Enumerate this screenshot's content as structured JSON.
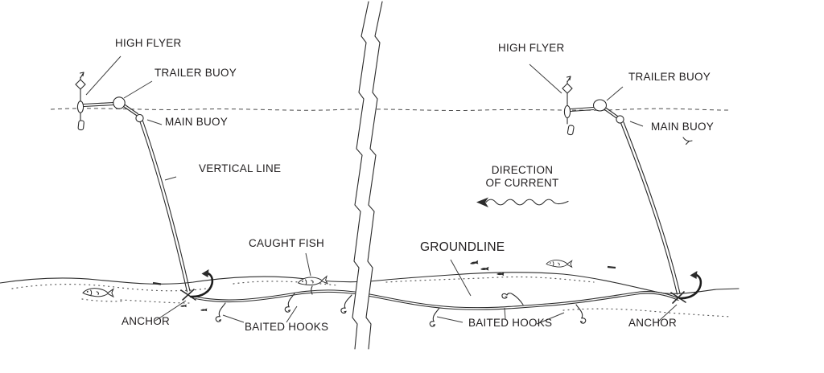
{
  "diagram": {
    "labels": {
      "high_flyer_left": "HIGH FLYER",
      "trailer_buoy_left": "TRAILER BUOY",
      "main_buoy_left": "MAIN BUOY",
      "vertical_line": "VERTICAL LINE",
      "caught_fish": "CAUGHT FISH",
      "anchor_left": "ANCHOR",
      "baited_hooks_left": "BAITED HOOKS",
      "groundline": "GROUNDLINE",
      "baited_hooks_right": "BAITED HOOKS",
      "anchor_right": "ANCHOR",
      "high_flyer_right": "HIGH FLYER",
      "trailer_buoy_right": "TRAILER BUOY",
      "main_buoy_right": "MAIN BUOY",
      "direction_of_current_line1": "DIRECTION",
      "direction_of_current_line2": "OF CURRENT"
    },
    "colors": {
      "ink": "#2b2b2b",
      "label_text": "#232021",
      "background": "#ffffff"
    }
  }
}
